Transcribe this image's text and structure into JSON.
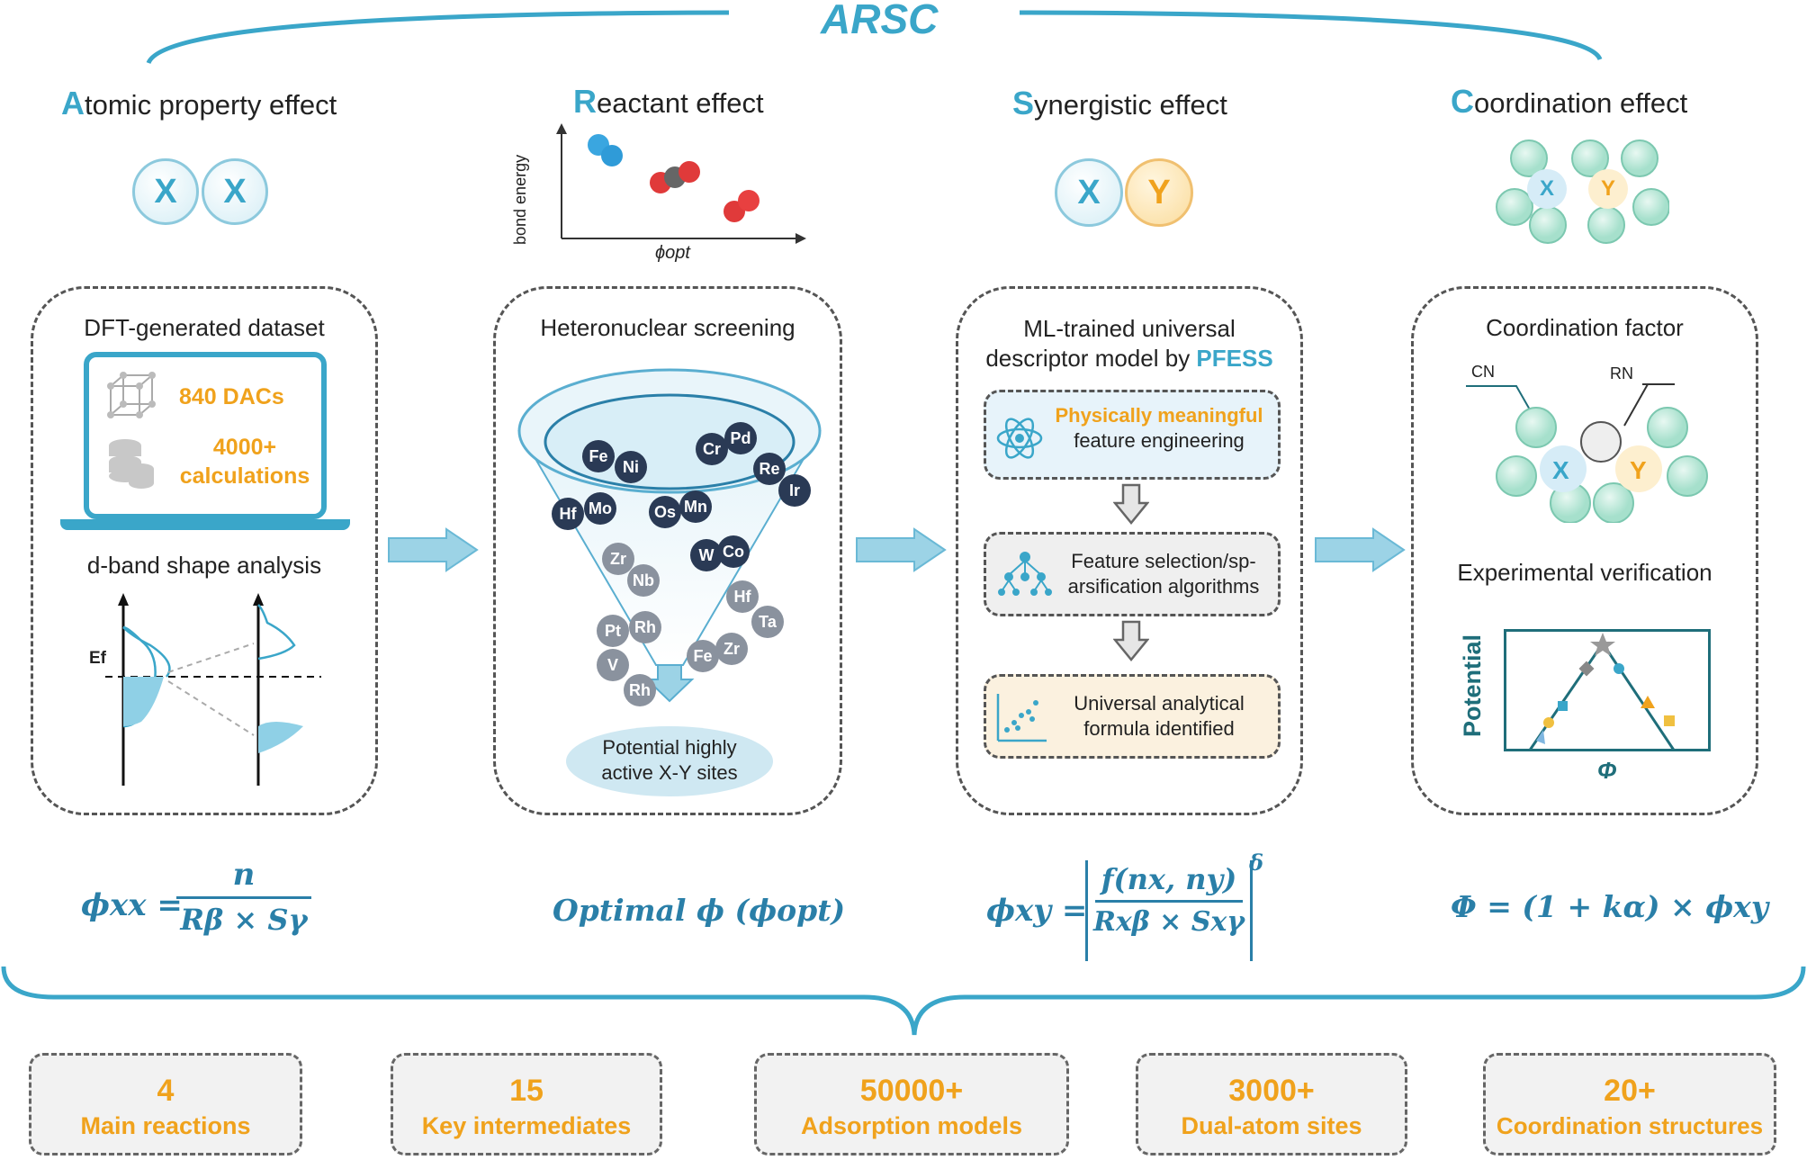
{
  "title": "ARSC",
  "columns": [
    {
      "cap": "A",
      "rest": "tomic property effect"
    },
    {
      "cap": "R",
      "rest": "eactant effect"
    },
    {
      "cap": "S",
      "rest": "ynergistic effect"
    },
    {
      "cap": "C",
      "rest": "oordination effect"
    }
  ],
  "atoms": {
    "x": "X",
    "y": "Y"
  },
  "reactant_plot": {
    "ylabel": "bond energy",
    "xlabel": "ϕopt"
  },
  "panel1": {
    "heading": "DFT-generated dataset",
    "dacs": "840 DACs",
    "calc_line1": "4000+",
    "calc_line2": "calculations",
    "dband": "d-band shape analysis",
    "ef": "Ef"
  },
  "panel2": {
    "heading": "Heteronuclear screening",
    "elements_dark": [
      "Fe",
      "Ni",
      "Cr",
      "Pd",
      "Re",
      "Ir",
      "Hf",
      "Mo",
      "Os",
      "Mn",
      "W",
      "Co"
    ],
    "elements_light": [
      "Zr",
      "Nb",
      "Hf",
      "Ta",
      "Pt",
      "Rh",
      "Fe",
      "Zr",
      "V",
      "Rh"
    ],
    "result_line1": "Potential highly",
    "result_line2": "active X-Y sites"
  },
  "panel3": {
    "heading_line1": "ML-trained universal",
    "heading_line2": "descriptor model by ",
    "heading_brand": "PFESS",
    "step1_highlight": "Physically meaningful",
    "step1_rest": "feature engineering",
    "step2_line1": "Feature selection/sp-",
    "step2_line2": "arsification algorithms",
    "step3_line1": "Universal analytical",
    "step3_line2": "formula identified"
  },
  "panel4": {
    "heading": "Coordination factor",
    "cn": "CN",
    "rn": "RN",
    "exp": "Experimental verification",
    "ylabel": "Potential",
    "xlabel": "Φ"
  },
  "formulas": {
    "f1_lhs": "ϕxx =",
    "f1_num": "n",
    "f1_den": "Rβ × Sγ",
    "f2": "Optimal ϕ (ϕopt)",
    "f3_lhs": "ϕxy =",
    "f3_num": "f(nx, ny)",
    "f3_den": "Rxβ × Sxγ",
    "f3_exp": "δ",
    "f4": "Φ = (1 + kα) × ϕxy"
  },
  "stats": [
    {
      "number": "4",
      "label": "Main reactions"
    },
    {
      "number": "15",
      "label": "Key intermediates"
    },
    {
      "number": "50000+",
      "label": "Adsorption models"
    },
    {
      "number": "3000+",
      "label": "Dual-atom sites"
    },
    {
      "number": "20+",
      "label": "Coordination structures"
    }
  ],
  "colors": {
    "accent": "#3aa6c9",
    "orange": "#f0a21c",
    "formula": "#2a7fa8",
    "teal": "#1f6e7a"
  }
}
